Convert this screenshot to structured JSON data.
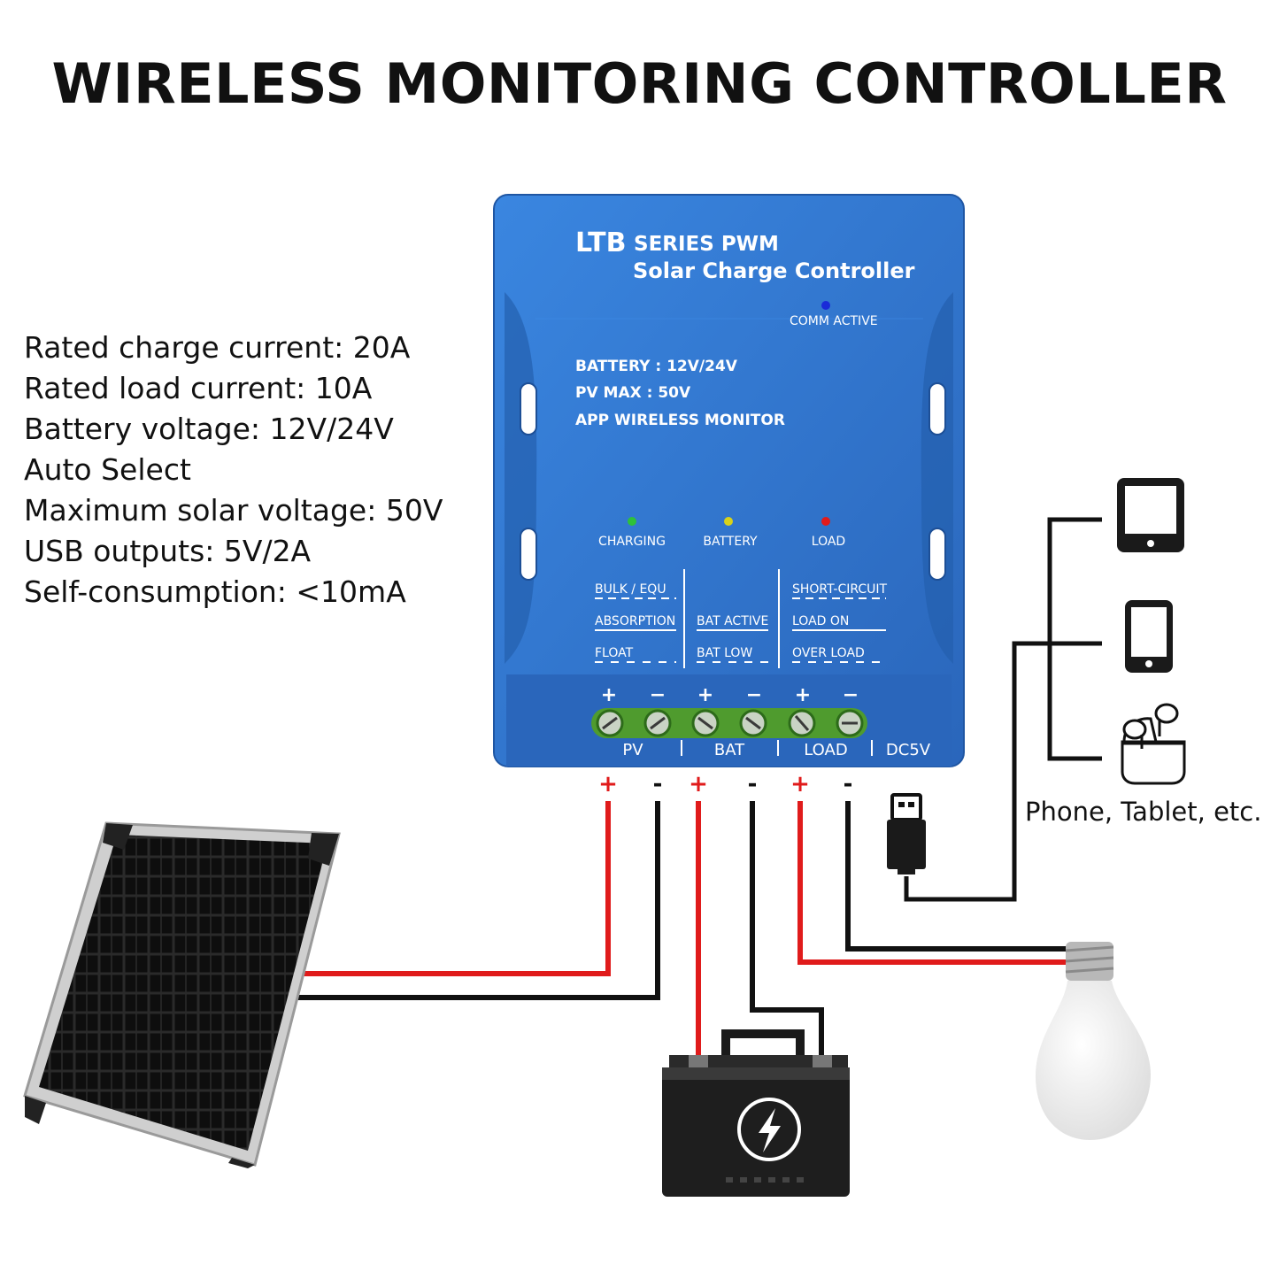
{
  "title": "WIRELESS MONITORING CONTROLLER",
  "specs": [
    "Rated charge current: 20A",
    "Rated load current: 10A",
    "Battery voltage: 12V/24V",
    "Auto Select",
    "Maximum solar voltage: 50V",
    "USB outputs: 5V/2A",
    "Self-consumption: <10mA"
  ],
  "controller": {
    "brand": "LTB",
    "series": "SERIES PWM",
    "product": "Solar Charge Controller",
    "comm_label": "COMM ACTIVE",
    "info_lines": [
      "BATTERY : 12V/24V",
      "PV MAX : 50V",
      "APP WIRELESS MONITOR"
    ],
    "indicators": [
      {
        "label": "CHARGING",
        "color": "#2ec13a"
      },
      {
        "label": "BATTERY",
        "color": "#d8d21a"
      },
      {
        "label": "LOAD",
        "color": "#e21b1b"
      }
    ],
    "comm_color": "#1a2bd8",
    "status_groups": [
      [
        "BULK / EQU",
        "ABSORPTION",
        "FLOAT"
      ],
      [
        "BAT ACTIVE",
        "BAT LOW"
      ],
      [
        "SHORT-CIRCUIT",
        "LOAD ON",
        "OVER LOAD"
      ]
    ],
    "terminal_signs": [
      "+",
      "−",
      "+",
      "−",
      "+",
      "−"
    ],
    "terminal_groups": [
      "PV",
      "BAT",
      "LOAD",
      "DC5V"
    ]
  },
  "wire_signs": [
    "+",
    "-",
    "+",
    "-",
    "+",
    "-"
  ],
  "devices_caption": "Phone, Tablet, etc.",
  "colors": {
    "housing": "#2f72c9",
    "housing_dark": "#1f56a3",
    "positive_wire": "#e01b1b",
    "negative_wire": "#111111"
  }
}
